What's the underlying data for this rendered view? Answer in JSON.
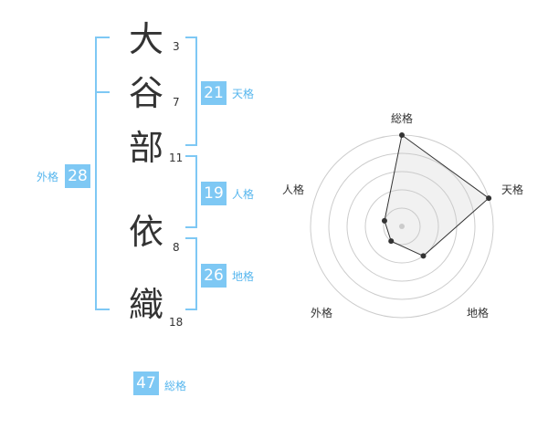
{
  "name": {
    "chars": [
      {
        "char": "大",
        "strokes": "3"
      },
      {
        "char": "谷",
        "strokes": "7"
      },
      {
        "char": "部",
        "strokes": "11"
      },
      {
        "char": "依",
        "strokes": "8"
      },
      {
        "char": "織",
        "strokes": "18"
      }
    ]
  },
  "fortunes": {
    "tenkaku": {
      "value": "21",
      "label": "天格"
    },
    "jinkaku": {
      "value": "19",
      "label": "人格"
    },
    "chikaku": {
      "value": "26",
      "label": "地格"
    },
    "gaikaku": {
      "value": "28",
      "label": "外格"
    },
    "soukaku": {
      "value": "47",
      "label": "総格"
    }
  },
  "colors": {
    "accent": "#7ec8f4",
    "label": "#56b6ee",
    "text": "#333333"
  },
  "chart_data": {
    "type": "radar",
    "axes": [
      "総格",
      "天格",
      "地格",
      "外格",
      "人格"
    ],
    "values": [
      5,
      5,
      2,
      1,
      1
    ],
    "range": [
      0,
      5
    ],
    "rings": 5
  }
}
